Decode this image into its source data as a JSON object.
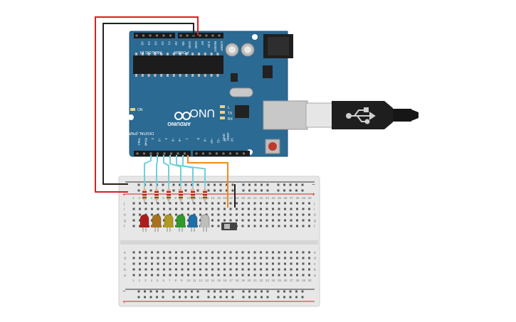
{
  "board": {
    "brand": "ARDUINO",
    "model": "UNO",
    "digital_label": "DIGITAL (PWM~)",
    "analog_label": "ANALOG IN",
    "power_label": "POWER",
    "on_label": "ON",
    "tx_label": "TX",
    "rx_label": "RX",
    "l_label": "L",
    "aref_label": "AREF",
    "gnd_label": "GND",
    "power_pins": [
      "IOREF",
      "RESET",
      "3.3V",
      "5V",
      "GND",
      "GND",
      "Vin"
    ],
    "analog_pins": [
      "A0",
      "A1",
      "A2",
      "A3",
      "A4",
      "A5"
    ],
    "digital_pins": [
      "TX▸1",
      "RX◂0",
      "2",
      "~3",
      "4",
      "~5",
      "~6",
      "7",
      "8",
      "~9",
      "~10",
      "~11",
      "12",
      "13"
    ]
  },
  "breadboard": {
    "rail_plus": "+",
    "rail_minus": "−",
    "row_letters_top": [
      "j",
      "i",
      "h",
      "g",
      "f"
    ],
    "row_letters_bottom": [
      "e",
      "d",
      "c",
      "b",
      "a"
    ],
    "column_numbers": [
      "1",
      "2",
      "3",
      "4",
      "5",
      "6",
      "7",
      "8",
      "9",
      "10",
      "11",
      "12",
      "13",
      "14",
      "15",
      "16",
      "17",
      "18",
      "19",
      "20",
      "21",
      "22",
      "23",
      "24",
      "25",
      "26",
      "27",
      "28",
      "29",
      "30"
    ]
  },
  "leds": [
    {
      "color": "red",
      "hex": "#b01c1c"
    },
    {
      "color": "orange",
      "hex": "#a8721a"
    },
    {
      "color": "yellow",
      "hex": "#b09a1e"
    },
    {
      "color": "green",
      "hex": "#2f9a2a"
    },
    {
      "color": "blue",
      "hex": "#1d6fa8"
    },
    {
      "color": "white",
      "hex": "#bdbdbd"
    }
  ],
  "colors": {
    "board": "#2b6a93",
    "wire_signal": "#6fd0da",
    "wire_orange": "#ef8c1c",
    "wire_red": "#d82020",
    "wire_black": "#222222"
  }
}
